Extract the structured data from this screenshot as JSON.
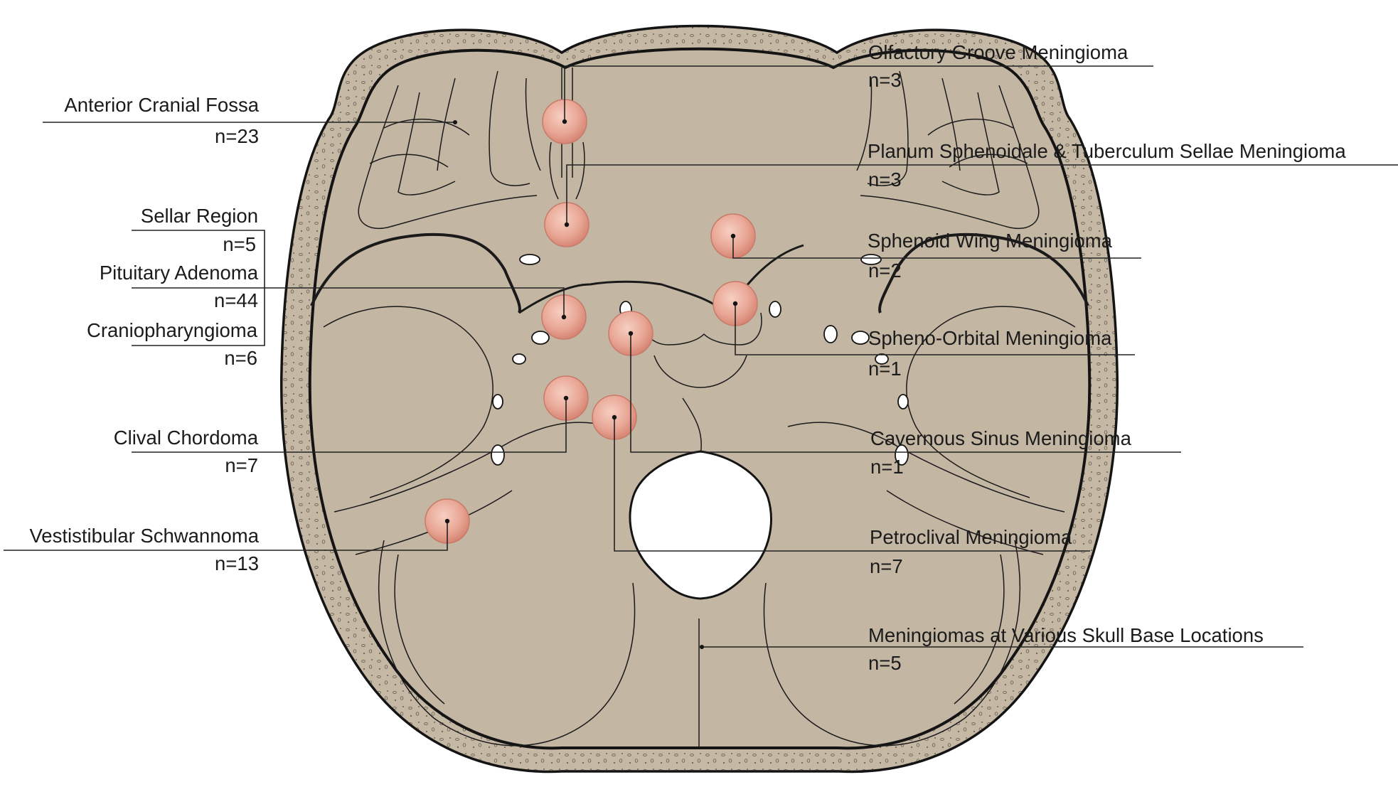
{
  "colors": {
    "skull": "#c3b6a3",
    "bone_rim": "#bcae9a",
    "outline": "#141414",
    "lesion": "#e49a88",
    "lesion_rim": "#c97a6a",
    "leader": "#222222"
  },
  "left_labels": {
    "anterior_fossa": {
      "name": "Anterior Cranial Fossa",
      "n": "n=23"
    },
    "sellar_region": {
      "name": "Sellar Region",
      "n": "n=5"
    },
    "pituitary": {
      "name": "Pituitary Adenoma",
      "n": "n=44"
    },
    "craniopharyngioma": {
      "name": "Craniopharyngioma",
      "n": "n=6"
    },
    "clival_chordoma": {
      "name": "Clival Chordoma",
      "n": "n=7"
    },
    "vestibular": {
      "name": "Vestistibular Schwannoma",
      "n": "n=13"
    }
  },
  "right_labels": {
    "olfactory": {
      "name": "Olfactory Groove Meningioma",
      "n": "n=3"
    },
    "planum": {
      "name": "Planum Sphenoidale & Tuberculum Sellae Meningioma",
      "n": "n=3"
    },
    "sphenoid_wing": {
      "name": "Sphenoid Wing Meningioma",
      "n": "n=2"
    },
    "spheno_orbital": {
      "name": "Spheno-Orbital Meningioma",
      "n": "n=1"
    },
    "cavernous": {
      "name": "Cavernous Sinus Meningioma",
      "n": "n=1"
    },
    "petroclival": {
      "name": "Petroclival Meningioma",
      "n": "n=7"
    },
    "various": {
      "name": "Meningiomas at Various Skull Base Locations",
      "n": "n=5"
    }
  }
}
